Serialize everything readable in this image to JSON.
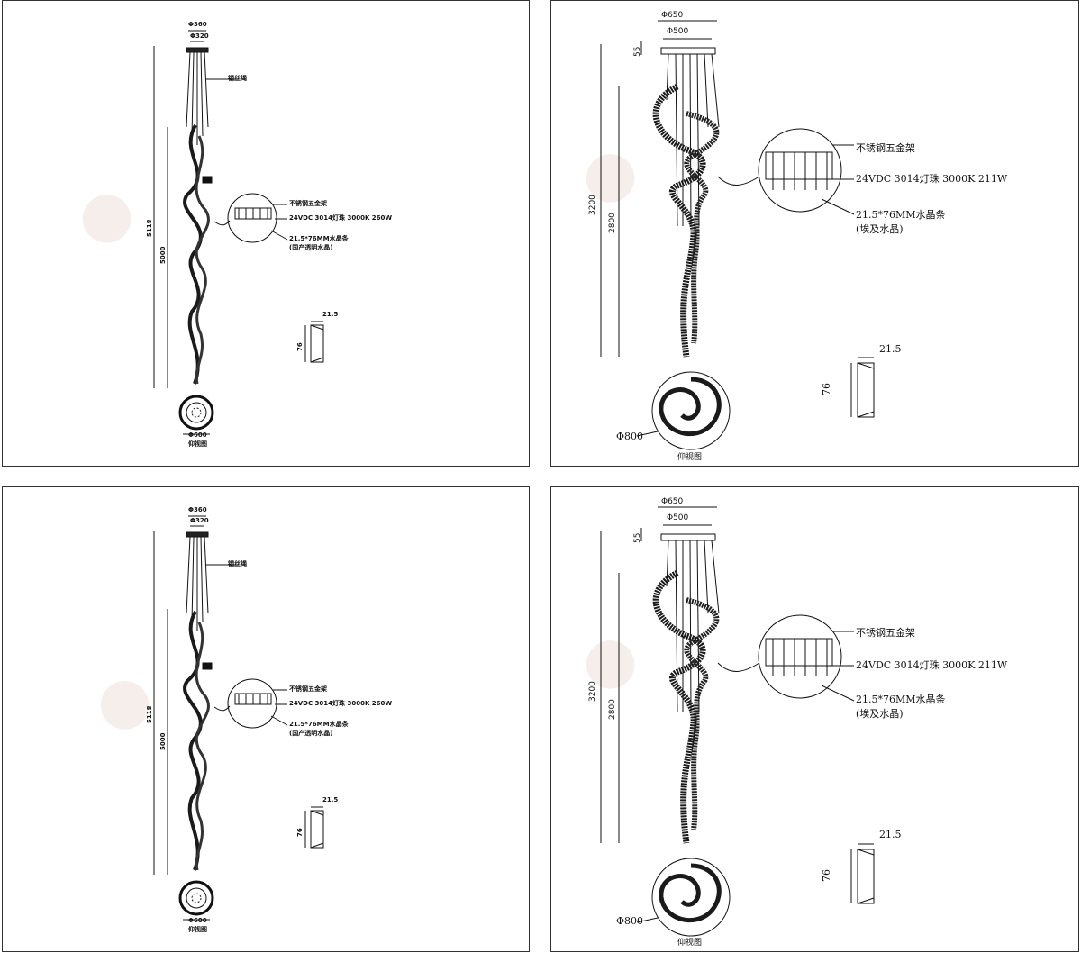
{
  "panel_small": {
    "d_top": "Φ360",
    "d_canopy": "Φ320",
    "wire_label": "钢丝绳",
    "height_total": "5118",
    "height_body": "5000",
    "frame_label": "不锈钢五金架",
    "led_label": "24VDC 3014灯珠 3000K 260W",
    "crystal_label": "21.5*76MM水晶条",
    "crystal_sub": "(国产透明水晶)",
    "prism_width": "21.5",
    "prism_height": "76",
    "bottom_diameter": "Φ600",
    "bottom_caption": "仰视图"
  },
  "panel_large": {
    "d_top": "Φ650",
    "d_canopy": "Φ500",
    "canopy_height": "55",
    "height_total": "3200",
    "height_body": "2800",
    "frame_label": "不锈钢五金架",
    "led_label": "24VDC 3014灯珠 3000K 211W",
    "crystal_label": "21.5*76MM水晶条",
    "crystal_sub": "(埃及水晶)",
    "prism_width": "21.5",
    "prism_height": "76",
    "bottom_diameter": "Φ800",
    "bottom_caption": "仰视图"
  },
  "colors": {
    "line": "#111111",
    "watermark": "#f3ebe6",
    "border": "#333333"
  }
}
